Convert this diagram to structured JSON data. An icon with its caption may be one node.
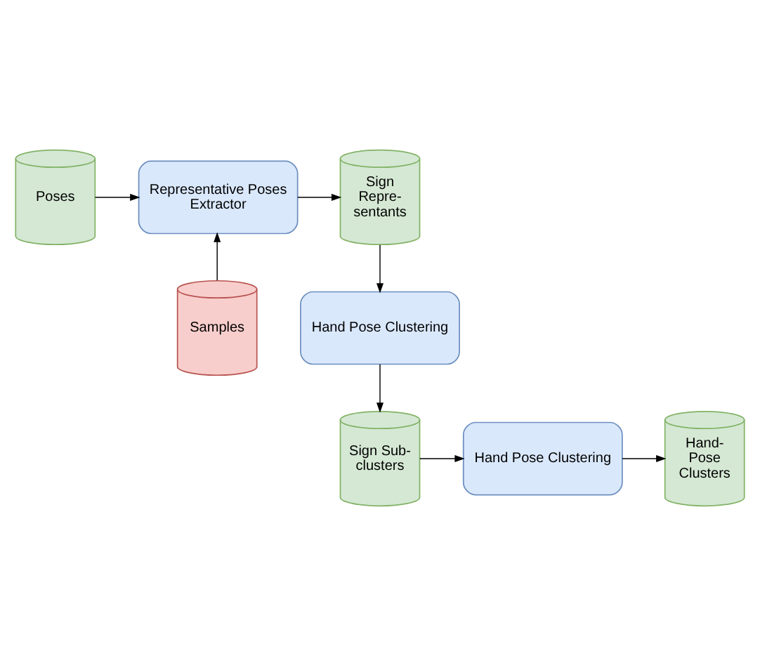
{
  "diagram": {
    "nodes": [
      {
        "text": [
          "Poses"
        ]
      },
      {
        "text": [
          "Representative Poses Extractor"
        ]
      },
      {
        "text": [
          "Sign Repre- sentants"
        ]
      },
      {
        "text": [
          "Samples"
        ]
      },
      {
        "text": [
          "Hand Pose Clustering"
        ]
      },
      {
        "text": [
          "Sign Sub- clusters"
        ]
      },
      {
        "text": [
          "Hand Pose Clustering"
        ]
      },
      {
        "text": [
          "Hand- Pose Clusters"
        ]
      }
    ],
    "edges": [
      {
        "from": 0,
        "to": 1,
        "arrow": "to"
      },
      {
        "from": 3,
        "to": 1,
        "arrow": "to"
      },
      {
        "from": 1,
        "to": 2,
        "arrow": "to"
      },
      {
        "from": 2,
        "to": 4,
        "arrow": "to"
      },
      {
        "from": 4,
        "to": 5,
        "arrow": "to"
      },
      {
        "from": 5,
        "to": 6,
        "arrow": "to"
      },
      {
        "from": 6,
        "to": 7,
        "arrow": "to"
      }
    ]
  }
}
